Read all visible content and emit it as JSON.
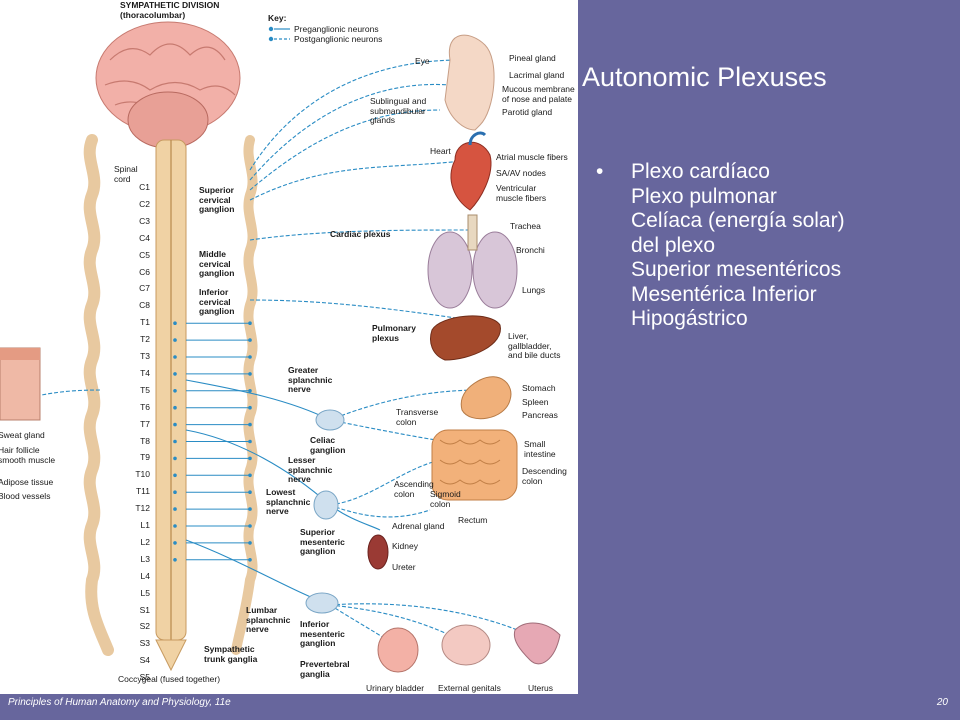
{
  "slide": {
    "title": "Autonomic Plexuses",
    "bullet_char": "•",
    "bullets": [
      "Plexo cardíaco",
      "Plexo pulmonar",
      "Celíaca (energía solar)",
      "del plexo",
      "Superior mesentéricos",
      "Mesentérica Inferior",
      "Hipogástrico"
    ],
    "footer_left": "Principles of Human Anatomy and Physiology, 11e",
    "footer_right": "20"
  },
  "figure": {
    "header": "SYMPATHETIC DIVISION",
    "header_sub": "(thoracolumbar)",
    "key_title": "Key:",
    "key_pre": "Preganglionic neurons",
    "key_post": "Postganglionic neurons",
    "spinal_cord": "Spinal\ncord",
    "vertebrae": [
      "C1",
      "C2",
      "C3",
      "C4",
      "C5",
      "C6",
      "C7",
      "C8",
      "T1",
      "T2",
      "T3",
      "T4",
      "T5",
      "T6",
      "T7",
      "T8",
      "T9",
      "T10",
      "T11",
      "T12",
      "L1",
      "L2",
      "L3",
      "L4",
      "L5",
      "S1",
      "S2",
      "S3",
      "S4",
      "S5"
    ],
    "coccygeal": "Coccygeal (fused together)",
    "ganglia": {
      "superior_cervical": "Superior\ncervical\nganglion",
      "middle_cervical": "Middle\ncervical\nganglion",
      "inferior_cervical": "Inferior\ncervical\nganglion",
      "greater_splanchnic": "Greater\nsplanchnic\nnerve",
      "lesser_splanchnic": "Lesser\nsplanchnic\nnerve",
      "lowest_splanchnic": "Lowest\nsplanchnic\nnerve",
      "lumbar_splanchnic": "Lumbar\nsplanchnic\nnerve",
      "sympathetic_trunk": "Sympathetic\ntrunk ganglia",
      "celiac": "Celiac\nganglion",
      "superior_mesenteric": "Superior\nmesenteric\nganglion",
      "inferior_mesenteric": "Inferior\nmesenteric\nganglion",
      "prevertebral": "Prevertebral\nganglia",
      "cardiac_plexus": "Cardiac plexus",
      "pulmonary_plexus": "Pulmonary\nplexus"
    },
    "organs": {
      "eye": "Eye",
      "pineal": "Pineal gland",
      "lacrimal": "Lacrimal gland",
      "mucous": "Mucous membrane\nof nose and palate",
      "parotid": "Parotid gland",
      "sublingual": "Sublingual and\nsubmandibular\nglands",
      "heart": "Heart",
      "atrial": "Atrial muscle fibers",
      "sa_av": "SA/AV nodes",
      "ventricular": "Ventricular\nmuscle fibers",
      "trachea": "Trachea",
      "bronchi": "Bronchi",
      "lungs": "Lungs",
      "liver": "Liver,\ngallbladder,\nand bile ducts",
      "stomach": "Stomach",
      "spleen": "Spleen",
      "pancreas": "Pancreas",
      "transverse_colon": "Transverse\ncolon",
      "small_intestine": "Small\nintestine",
      "descending_colon": "Descending\ncolon",
      "ascending_colon": "Ascending\ncolon",
      "sigmoid_colon": "Sigmoid\ncolon",
      "rectum": "Rectum",
      "adrenal": "Adrenal gland",
      "kidney": "Kidney",
      "ureter": "Ureter",
      "urinary_bladder": "Urinary bladder",
      "external_genitals": "External genitals",
      "uterus": "Uterus"
    },
    "skin": {
      "sweat": "Sweat gland",
      "hair": "Hair follicle\nsmooth muscle",
      "adipose": "Adipose tissue",
      "blood": "Blood vessels"
    },
    "colors": {
      "nerve": "#2a8cc4",
      "spine": "#f0d2a4",
      "brain": "#f2b0a8",
      "slide_bg": "#67669d"
    }
  }
}
